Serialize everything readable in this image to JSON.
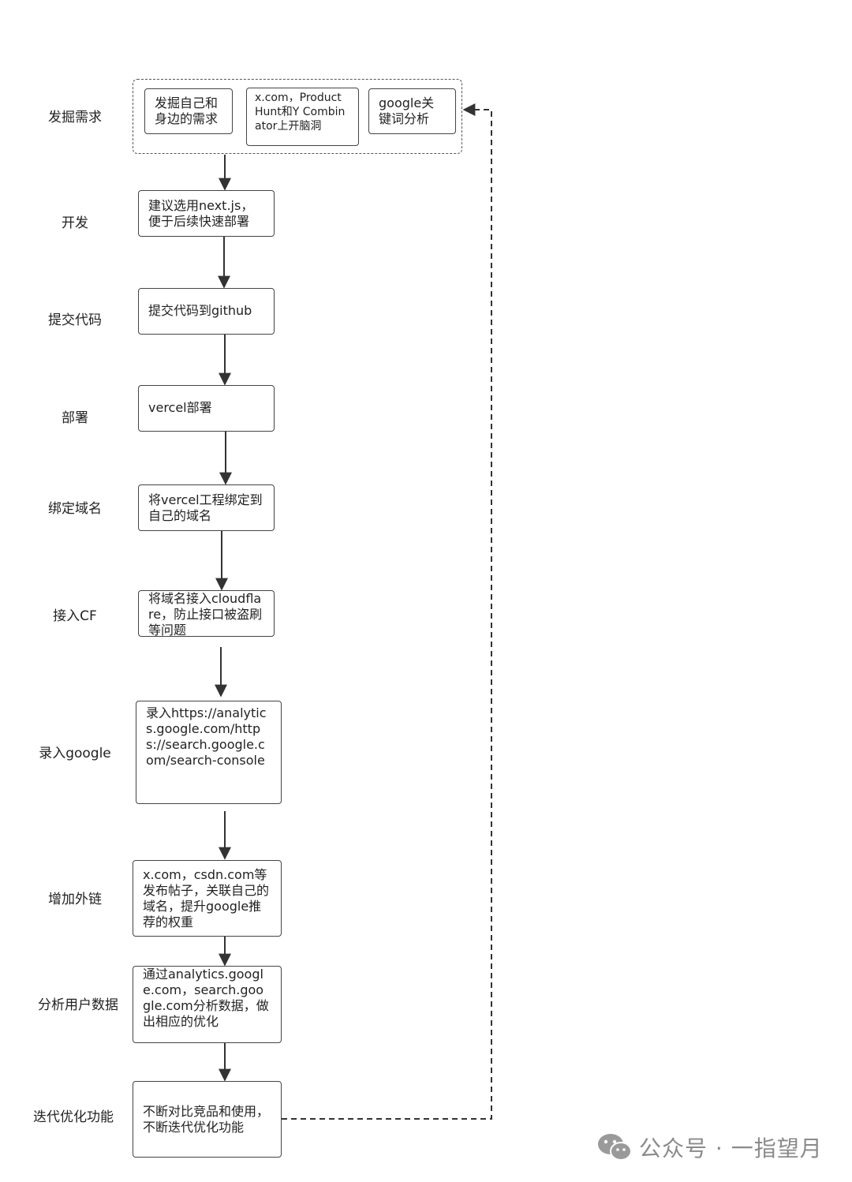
{
  "stages": [
    {
      "label": "发掘需求"
    },
    {
      "label": "开发",
      "box": "建议选用next.js，便于后续快速部署"
    },
    {
      "label": "提交代码",
      "box": "提交代码到github"
    },
    {
      "label": "部署",
      "box": "vercel部署"
    },
    {
      "label": "绑定域名",
      "box": "将vercel工程绑定到自己的域名"
    },
    {
      "label": "接入CF",
      "box": "将域名接入cloudflare，防止接口被盗刷等问题"
    },
    {
      "label": "录入google",
      "box": "录入https://analytics.google.com/https://search.google.com/search-console"
    },
    {
      "label": "增加外链",
      "box": "x.com，csdn.com等发布帖子，关联自己的域名，提升google推荐的权重"
    },
    {
      "label": "分析用户数据",
      "box": "通过analytics.google.com，search.google.com分析数据，做出相应的优化"
    },
    {
      "label": "迭代优化功能",
      "box": "不断对比竞品和使用，不断迭代优化功能"
    }
  ],
  "demand_sources": [
    "发掘自己和身边的需求",
    "x.com，Product Hunt和Y Combinator上开脑洞",
    "google关键词分析"
  ],
  "watermark": {
    "icon": "wechat-icon",
    "text": "公众号 · 一指望月"
  }
}
